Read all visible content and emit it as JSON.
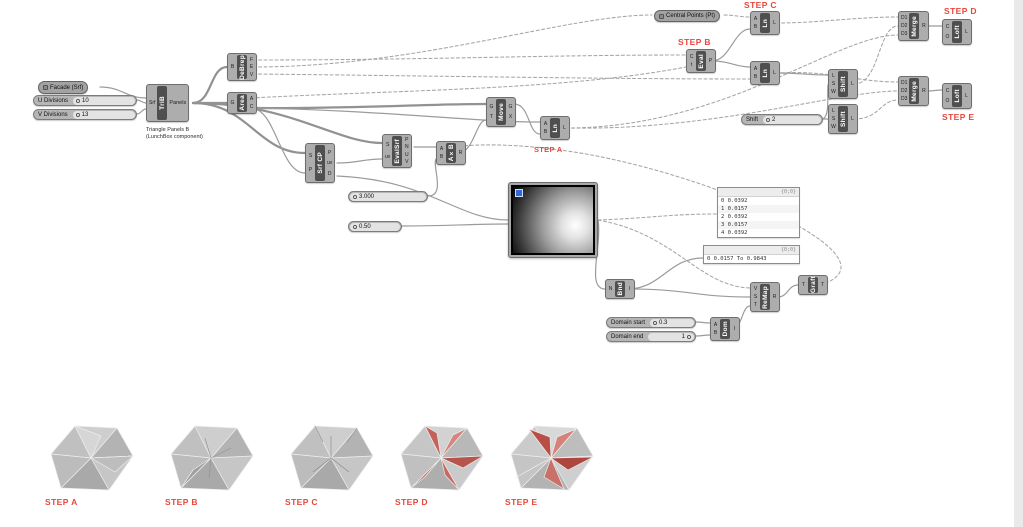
{
  "steps": {
    "a": "STEP A",
    "b": "STEP B",
    "c": "STEP C",
    "d": "STEP D",
    "e": "STEP E"
  },
  "params": {
    "facade": "Facade (Srf)",
    "central_points": "Central Points (Pt)"
  },
  "sliders": {
    "u_divisions": {
      "label": "U Divisions",
      "value": "10"
    },
    "v_divisions": {
      "label": "V Divisions",
      "value": "13"
    },
    "amplitude": {
      "value": "3.000"
    },
    "offset": {
      "value": "0.50"
    },
    "shift": {
      "label": "Shift",
      "value": "2"
    },
    "domain_start": {
      "label": "Domain start",
      "value": "0.3"
    },
    "domain_end": {
      "label": "Domain end",
      "value": "1"
    }
  },
  "components": {
    "trib": {
      "name": "TriB",
      "in": "Srf",
      "out": "Panels",
      "note1": "Triangle Panels B",
      "note2": "(LunchBox component)"
    },
    "debrep": {
      "name": "DeBrep",
      "ins": [
        "B"
      ],
      "outs": [
        "F",
        "E",
        "V"
      ]
    },
    "area": {
      "name": "Area",
      "ins": [
        "G"
      ],
      "outs": [
        "A",
        "C"
      ]
    },
    "srfcp": {
      "name": "Srf CP",
      "ins": [
        "S",
        "P"
      ],
      "outs": [
        "P",
        "uv",
        "D"
      ]
    },
    "evalsrf": {
      "name": "EvalSrf",
      "ins": [
        "S",
        "uv"
      ],
      "outs": [
        "P",
        "N",
        "U",
        "V"
      ]
    },
    "mul": {
      "name": "A×B",
      "ins": [
        "A",
        "B"
      ],
      "outs": [
        "R"
      ]
    },
    "move": {
      "name": "Move",
      "ins": [
        "G",
        "T"
      ],
      "outs": [
        "G",
        "X"
      ]
    },
    "line": {
      "name": "Ln",
      "ins": [
        "A",
        "B"
      ],
      "outs": [
        "L"
      ]
    },
    "eval": {
      "name": "Eval",
      "ins": [
        "C",
        "t"
      ],
      "outs": [
        "P"
      ]
    },
    "shift": {
      "name": "Shift",
      "ins": [
        "L",
        "S",
        "W"
      ],
      "outs": [
        "L"
      ]
    },
    "merge": {
      "name": "Merge",
      "ins": [
        "D1",
        "D2",
        "D3"
      ],
      "outs": [
        "R"
      ]
    },
    "loft": {
      "name": "Loft",
      "ins": [
        "C",
        "O"
      ],
      "outs": [
        "L"
      ]
    },
    "bnd": {
      "name": "Bnd",
      "ins": [
        "N"
      ],
      "outs": [
        "I"
      ]
    },
    "remap": {
      "name": "ReMap",
      "ins": [
        "V",
        "S",
        "T"
      ],
      "outs": [
        "R"
      ]
    },
    "graft": {
      "name": "Graft",
      "ins": [
        "T"
      ],
      "outs": [
        "T"
      ]
    },
    "dom": {
      "name": "Dom",
      "ins": [
        "A",
        "B"
      ],
      "outs": [
        "I"
      ]
    }
  },
  "panels": {
    "values": {
      "header": "{0;0}",
      "rows": [
        "0  0.0392",
        "1  0.0157",
        "2  0.0392",
        "3  0.0157",
        "4  0.0392"
      ]
    },
    "bounds": {
      "header": "{0;0}",
      "rows": [
        "0  0.0157 To 0.9843"
      ]
    }
  }
}
